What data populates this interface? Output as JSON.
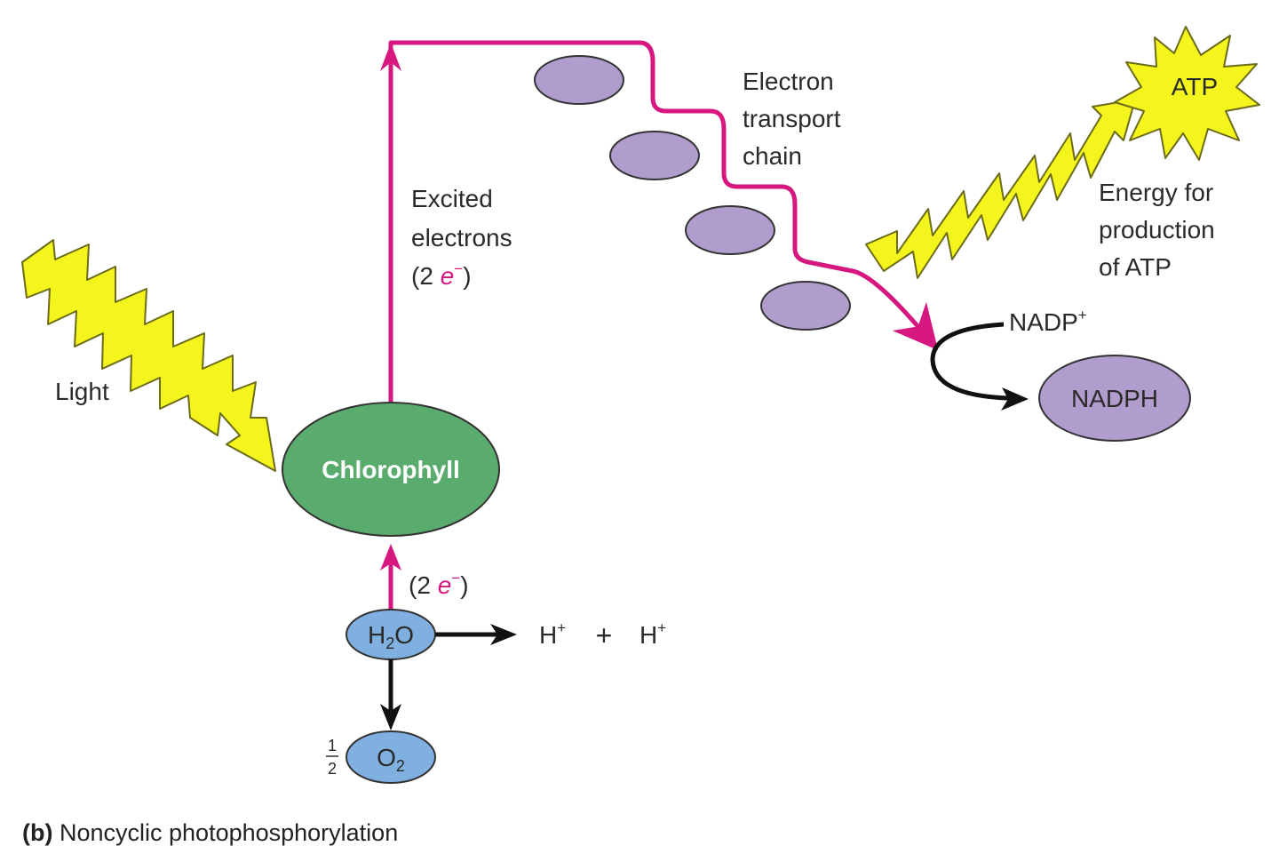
{
  "labels": {
    "light": "Light",
    "excited_1": "Excited",
    "excited_2": "electrons",
    "excited_3_open": "(2 ",
    "electron_symbol": "e",
    "electron_charge": "−",
    "excited_3_close": ")",
    "etc_1": "Electron",
    "etc_2": "transport",
    "etc_3": "chain",
    "energy_1": "Energy for",
    "energy_2": "production",
    "energy_3": "of ATP",
    "nadp": "NADP",
    "nadp_sup": "+",
    "lower_e_open": "(2 ",
    "lower_e_symbol": "e",
    "lower_e_charge": "−",
    "lower_e_close": ")",
    "h_plus_1": "H",
    "h_plus_sup_1": "+",
    "plus": "+",
    "h_plus_2": "H",
    "h_plus_sup_2": "+",
    "half_num": "1",
    "half_den": "2"
  },
  "nodes": {
    "chlorophyll": "Chlorophyll",
    "nadph": "NADPH",
    "atp": "ATP",
    "water_h": "H",
    "water_sub": "2",
    "water_o": "O",
    "oxygen_o": "O",
    "oxygen_sub": "2"
  },
  "caption": {
    "prefix": "(b)",
    "text": " Noncyclic photophosphorylation"
  },
  "colors": {
    "electron_path": "#d6177f",
    "chlorophyll": "#5aab6e",
    "carrier": "#b09ccd",
    "water": "#7fb0e0",
    "lightning": "#f5f51e",
    "atp": "#f5f51e",
    "arrow_black": "#111111"
  }
}
